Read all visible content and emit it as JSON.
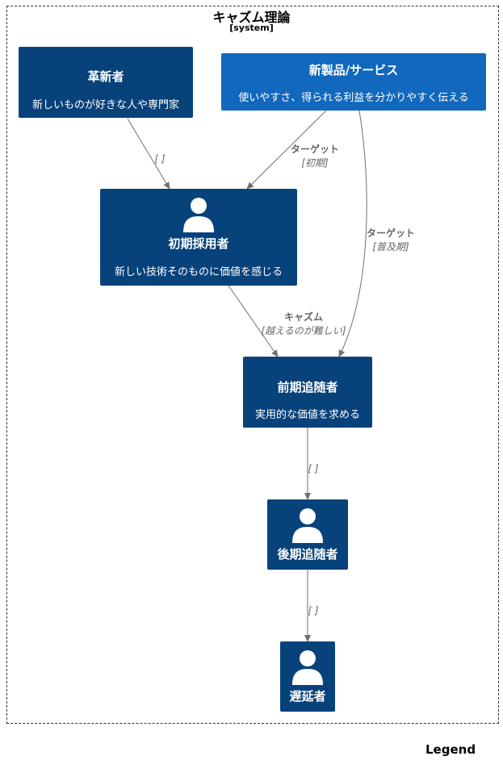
{
  "boundary": {
    "name": "キャズム理論",
    "type": "[system]"
  },
  "colors": {
    "person": "#08427b",
    "system": "#1168bd",
    "edge": "#707070",
    "edge_label": "#666666"
  },
  "nodes": {
    "innovators": {
      "title": "革新者",
      "desc": "新しいものが好きな人や専門家",
      "icon": ""
    },
    "product": {
      "title": "新製品/サービス",
      "desc": "使いやすさ、得られる利益を分かりやすく伝える",
      "icon": ""
    },
    "early_adopters": {
      "title": "初期採用者",
      "desc": "新しい技術そのものに価値を感じる",
      "icon": "person-icon"
    },
    "early_majority": {
      "title": "前期追随者",
      "desc": "実用的な価値を求める",
      "icon": ""
    },
    "late_majority": {
      "title": "後期追随者",
      "desc": "",
      "icon": "person-icon"
    },
    "laggards": {
      "title": "遅延者",
      "desc": "",
      "icon": "person-icon"
    }
  },
  "edges": {
    "innovators_to_early": {
      "label": "",
      "tech": "[ ]"
    },
    "product_to_early": {
      "label": "ターゲット",
      "tech": "[初期]"
    },
    "product_to_majority": {
      "label": "ターゲット",
      "tech": "[普及期]"
    },
    "chasm": {
      "label": "キャズム",
      "tech": "[越えるのが難しい]"
    },
    "early_to_late": {
      "label": "",
      "tech": "[ ]"
    },
    "late_to_laggards": {
      "label": "",
      "tech": "[ ]"
    }
  },
  "legend": {
    "title": "Legend"
  }
}
